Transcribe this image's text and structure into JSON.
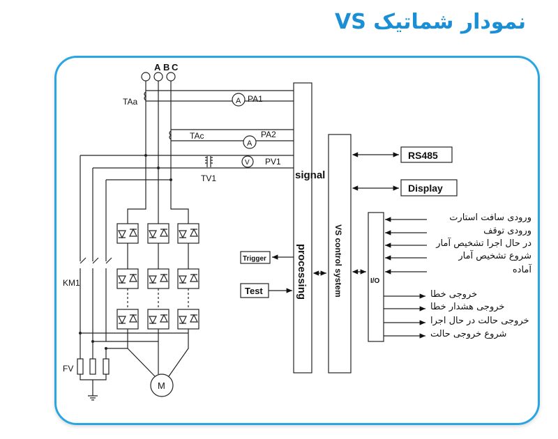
{
  "title": "نمودار شماتیک VS",
  "phases": [
    "A",
    "B",
    "C"
  ],
  "labels": {
    "taa": "TAa",
    "tac": "TAc",
    "pa1": "PA1",
    "pa2": "PA2",
    "pv1": "PV1",
    "tv1": "TV1",
    "km1": "KM1",
    "fv": "FV",
    "motor": "M",
    "ammeter": "A",
    "voltmeter": "V"
  },
  "blocks": {
    "signal": "signal",
    "processing": "processing",
    "control": "VS control system",
    "io": "I/O",
    "rs485": "RS485",
    "display": "Display",
    "trigger": "Trigger",
    "test": "Test"
  },
  "inputs": [
    "ورودی سافت استارت",
    "ورودی توقف",
    "در حال اجرا تشخیص آمار",
    "شروع تشخیص آمار",
    "آماده"
  ],
  "outputs": [
    "خروجی خطا",
    "خروجی هشدار خطا",
    "خروجی حالت در حال اجرا",
    "شروع خروجی حالت"
  ],
  "colors": {
    "accent": "#1b8fd6",
    "frame": "#2aa5e2"
  }
}
